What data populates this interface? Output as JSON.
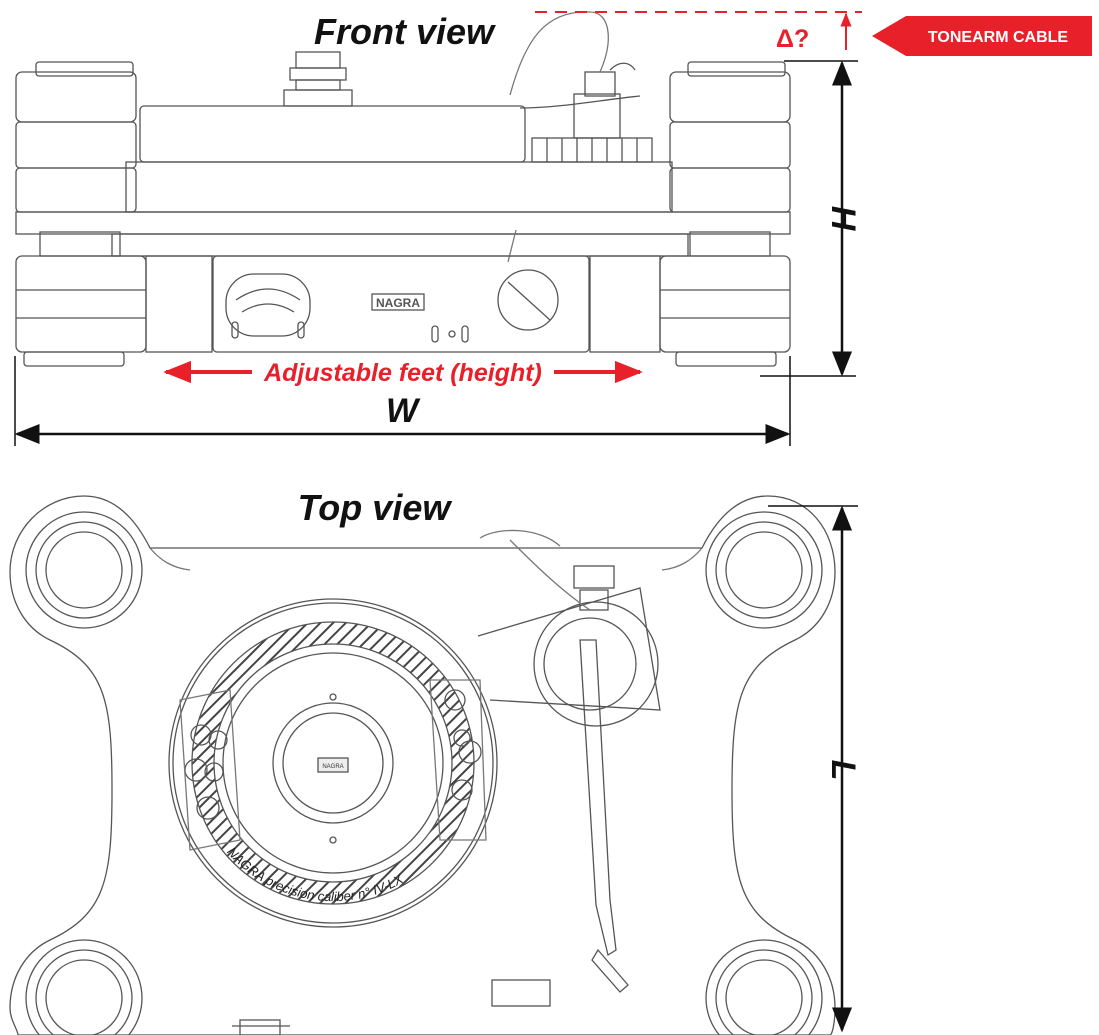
{
  "front_view": {
    "title": "Front view",
    "brand_plate": "NAGRA",
    "feet_label": "Adjustable feet (height)",
    "height_label": "H",
    "width_label": "W",
    "delta_label": "Δ?",
    "cable_label": "TONEARM CABLE"
  },
  "top_view": {
    "title": "Top view",
    "length_label": "L",
    "platter_label": "NAGRA",
    "ring_text": "NAGRA precision caliber n° IV-LX"
  },
  "colors": {
    "accent_red": "#e8202a",
    "line": "#555555",
    "dim_line": "#111111"
  }
}
